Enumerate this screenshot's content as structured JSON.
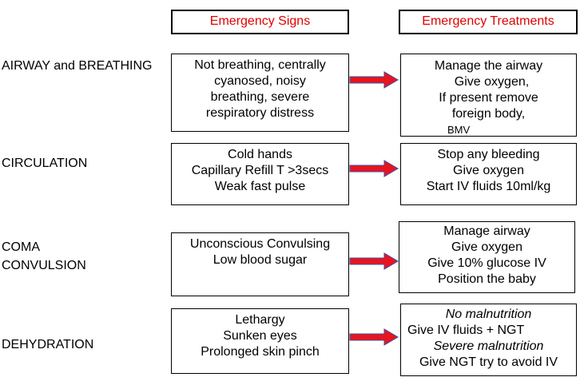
{
  "headers": {
    "signs": "Emergency Signs",
    "treatments": "Emergency Treatments"
  },
  "rows": [
    {
      "label_lines": [
        "AIRWAY and BREATHING"
      ],
      "signs": [
        "Not breathing, centrally",
        "cyanosed, noisy",
        "breathing, severe",
        "respiratory distress"
      ],
      "treatments": [
        "Manage the airway",
        "Give oxygen,",
        "If present remove",
        "foreign body,",
        "BMV"
      ]
    },
    {
      "label_lines": [
        "CIRCULATION"
      ],
      "signs": [
        "Cold hands",
        "Capillary Refill T >3secs",
        "Weak fast pulse"
      ],
      "treatments": [
        "Stop any bleeding",
        "Give oxygen",
        "Start IV fluids 10ml/kg"
      ]
    },
    {
      "label_lines": [
        "COMA",
        "CONVULSION"
      ],
      "signs": [
        "Unconscious Convulsing",
        "Low blood sugar"
      ],
      "treatments": [
        "Manage airway",
        "Give oxygen",
        "Give 10% glucose IV",
        "Position the baby"
      ]
    },
    {
      "label_lines": [
        "DEHYDRATION"
      ],
      "signs": [
        "Lethargy",
        "Sunken eyes",
        "Prolonged skin pinch"
      ],
      "treatments": [
        "No malnutrition",
        "Give IV fluids + NGT",
        "Severe malnutrition",
        "Give NGT try to avoid IV"
      ]
    }
  ],
  "colors": {
    "header_text": "#e00000",
    "arrow_fill": "#e8141e",
    "arrow_stroke": "#3a4fa8"
  }
}
